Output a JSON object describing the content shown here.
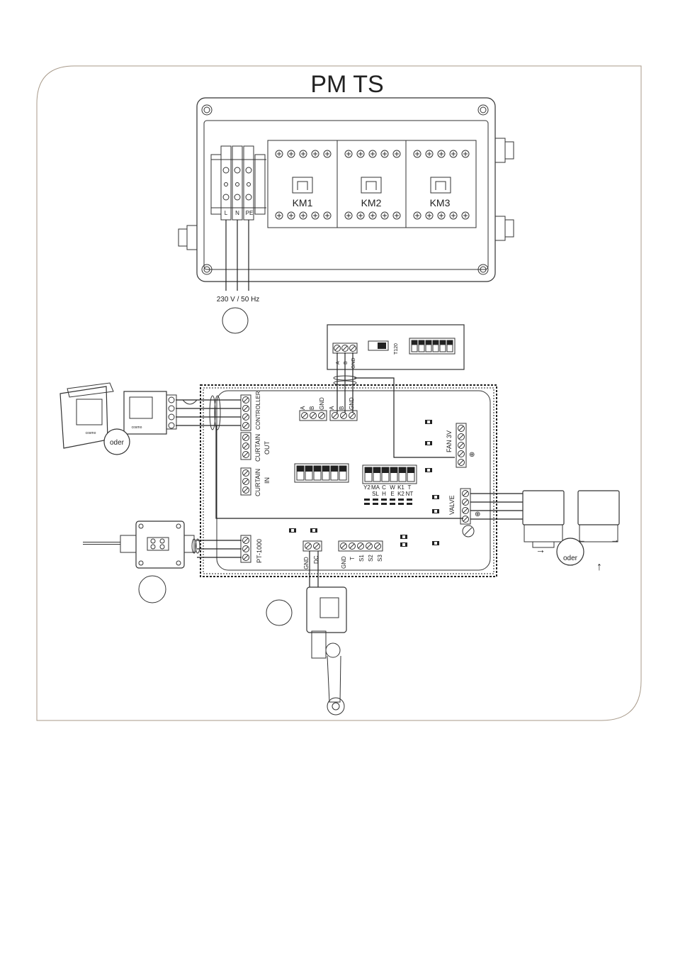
{
  "title": "PM TS",
  "power_box": {
    "terminals": [
      "L",
      "N",
      "PE"
    ],
    "contactors": [
      "KM1",
      "KM2",
      "KM3"
    ],
    "supply_label": "230 V / 50 Hz"
  },
  "comm_box": {
    "terminals": [
      "A",
      "B",
      "GND"
    ],
    "switch_label": "T120"
  },
  "main_board": {
    "controller_label": "CONTROLLER",
    "curtain_out_label": [
      "CURTAIN",
      "OUT"
    ],
    "curtain_in_label": [
      "CURTAIN",
      "IN"
    ],
    "pt_label": "PT-1000",
    "bus_terminals": [
      "A",
      "B",
      "GND"
    ],
    "bus_terminals_2": [
      "A",
      "B",
      "GND"
    ],
    "fan_label": "FAN 3V",
    "valve_label": "VALVE",
    "dip_labels_top": [
      "Y2",
      "MA",
      "C",
      "W",
      "K1",
      "T"
    ],
    "dip_labels_bottom": [
      "SL",
      "H",
      "E",
      "K2",
      "NT"
    ],
    "dc_terminals": [
      "GND",
      "DC"
    ],
    "sensor_terminals": [
      "GND",
      "T",
      "S1",
      "S2",
      "S3"
    ]
  },
  "device_labels": {
    "controller_or": "oder",
    "valve_or": "oder",
    "controller_brand": "cosmo"
  }
}
